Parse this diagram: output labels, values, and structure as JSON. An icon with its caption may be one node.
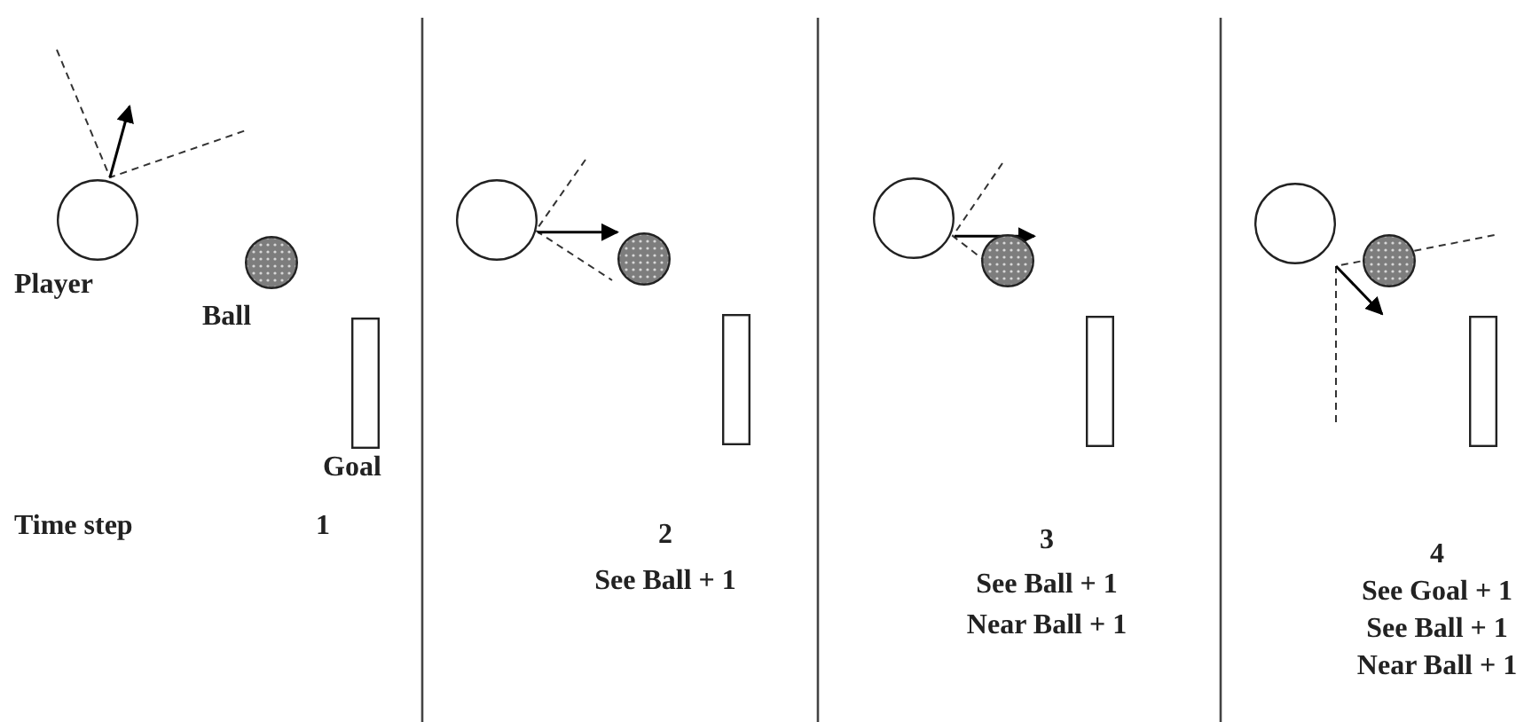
{
  "diagram": {
    "nodes": [
      {
        "text": [
          "Player"
        ]
      },
      {
        "text": [
          "Ball"
        ]
      },
      {
        "text": [
          "Goal"
        ]
      },
      {
        "text": [],
        "shape": "circle"
      },
      {
        "text": [],
        "shape": "circle"
      },
      {
        "text": [],
        "shape": "bar"
      },
      {
        "text": [],
        "shape": "circle"
      },
      {
        "text": [],
        "shape": "circle"
      },
      {
        "text": [],
        "shape": "bar"
      },
      {
        "text": [],
        "shape": "circle"
      },
      {
        "text": [],
        "shape": "circle"
      },
      {
        "text": [],
        "shape": "bar"
      }
    ],
    "edges": [
      {
        "from": 3,
        "to": 4,
        "arrow": "to"
      },
      {
        "from": 6,
        "to": 7,
        "arrow": "to"
      }
    ],
    "labels": [
      "Time step",
      "1",
      "2",
      "See Ball + 1",
      "3",
      "See Ball + 1",
      "Near Ball + 1",
      "4",
      "See Goal + 1",
      "See Ball + 1",
      "Near Ball + 1"
    ]
  }
}
